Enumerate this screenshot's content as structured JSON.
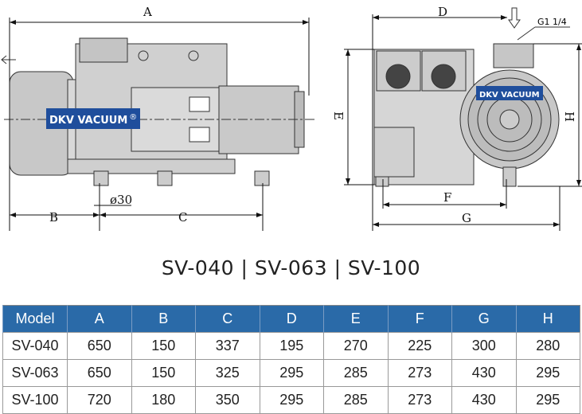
{
  "diagram": {
    "logo_text": "DKV VACUUM",
    "logo_mark": "®",
    "dims": {
      "A": "A",
      "B": "B",
      "C": "C",
      "D": "D",
      "E": "E",
      "F": "F",
      "G": "G",
      "H": "H"
    },
    "diameter_label": "ø30",
    "port_label": "G1 1/4",
    "colors": {
      "body": "#d4d4d4",
      "logo_bg": "#1f4e9c"
    }
  },
  "title": "SV-040 | SV-063 | SV-100",
  "table": {
    "headers": [
      "Model",
      "A",
      "B",
      "C",
      "D",
      "E",
      "F",
      "G",
      "H"
    ],
    "rows": [
      [
        "SV-040",
        "650",
        "150",
        "337",
        "195",
        "270",
        "225",
        "300",
        "280"
      ],
      [
        "SV-063",
        "650",
        "150",
        "325",
        "295",
        "285",
        "273",
        "430",
        "295"
      ],
      [
        "SV-100",
        "720",
        "180",
        "350",
        "295",
        "285",
        "273",
        "430",
        "295"
      ]
    ]
  }
}
